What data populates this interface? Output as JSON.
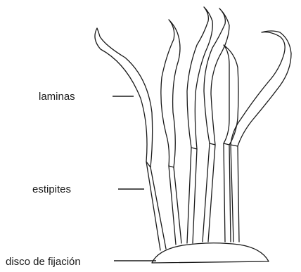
{
  "labels": {
    "laminas": "laminas",
    "estipites": "estipites",
    "disco": "disco de fijación"
  },
  "colors": {
    "line": "#1a1a1a",
    "background": "#ffffff"
  }
}
